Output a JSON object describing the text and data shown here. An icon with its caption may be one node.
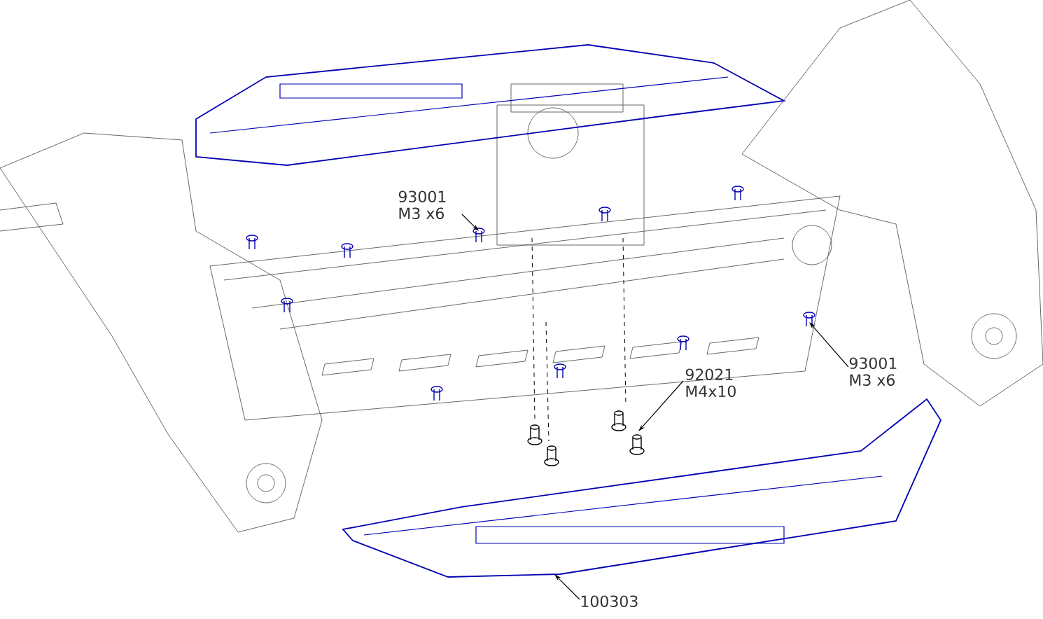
{
  "diagram": {
    "nodes": [
      {
        "text": [
          "93001",
          "M3 x6"
        ]
      },
      {
        "text": [
          "92021",
          "M4x10"
        ]
      },
      {
        "text": [
          "93001",
          "M3 x6"
        ]
      },
      {
        "text": [
          "100303"
        ]
      }
    ],
    "edges": [
      {
        "from": 0,
        "to": null,
        "arrow": "to"
      },
      {
        "from": 1,
        "to": null,
        "arrow": "to"
      },
      {
        "from": 2,
        "to": null,
        "arrow": "to"
      },
      {
        "from": 3,
        "to": null,
        "arrow": "to"
      }
    ]
  }
}
